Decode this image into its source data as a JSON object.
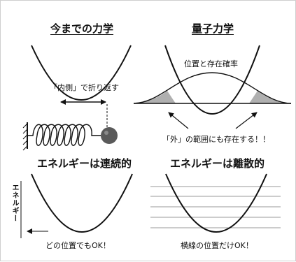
{
  "classical": {
    "title": "今までの力学",
    "turnaround_label": "「内側」で折り返す"
  },
  "quantum": {
    "title": "量子力学",
    "probability_label": "位置と存在確率",
    "outside_label": "「外」の範囲にも存在する！！"
  },
  "energy_continuous": {
    "title": "エネルギーは連続的",
    "axis_label": "エネルギー",
    "caption": "どの位置でもOK！"
  },
  "energy_discrete": {
    "title": "エネルギーは離散的",
    "caption": "横線の位置だけOK！"
  },
  "colors": {
    "ink": "#111111",
    "shaded_region": "#b0b0b0",
    "ball": "#5a5a5a",
    "level_line": "#9a9a9a"
  }
}
